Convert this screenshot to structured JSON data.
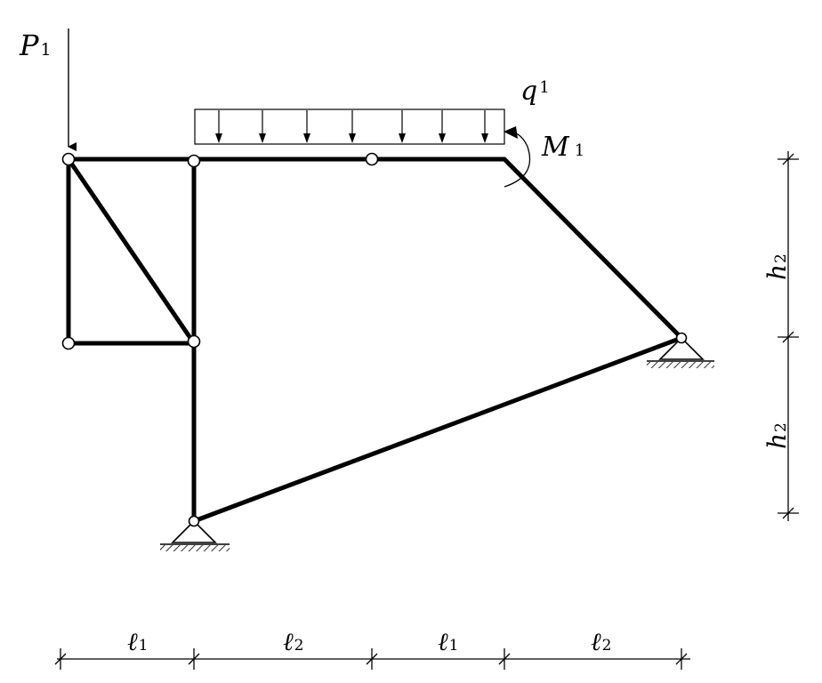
{
  "labels": {
    "force": {
      "symbol": "P",
      "sub": "1"
    },
    "distributed_load": {
      "symbol": "q",
      "sub": "1"
    },
    "moment": {
      "symbol": "M",
      "sub": "1"
    },
    "dimensions": {
      "horizontal": [
        {
          "symbol": "ℓ",
          "sub": "1"
        },
        {
          "symbol": "ℓ",
          "sub": "2"
        },
        {
          "symbol": "ℓ",
          "sub": "1"
        },
        {
          "symbol": "ℓ",
          "sub": "2"
        }
      ],
      "vertical": [
        {
          "symbol": "h",
          "sub": "2"
        },
        {
          "symbol": "h",
          "sub": "2"
        }
      ]
    }
  }
}
